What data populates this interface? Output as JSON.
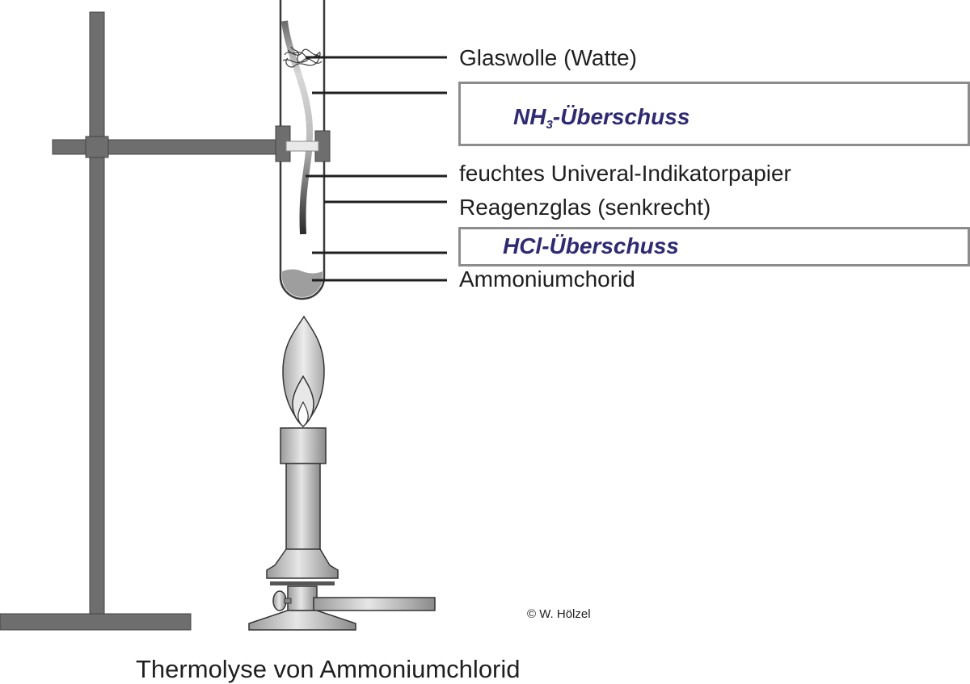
{
  "labels": {
    "glass_wool": "Glaswolle (Watte)",
    "nh3_prefix": "NH",
    "nh3_sub": "3",
    "nh3_suffix": "-Überschuss",
    "indicator_paper": "feuchtes Univeral-Indikatorpapier",
    "test_tube": "Reagenzglas (senkrecht)",
    "hcl_excess": "HCl-Überschuss",
    "ammonium_chloride": "Ammoniumchorid"
  },
  "copyright": "© W. Hölzel",
  "caption": "Thermolyse von Ammoniumchlorid",
  "colors": {
    "stand": "#6e6e6e",
    "box_text": "#2e2a78",
    "box_border": "#8c8c8c",
    "metal": "#bdbdbd",
    "flame": "#c8c8c8"
  }
}
